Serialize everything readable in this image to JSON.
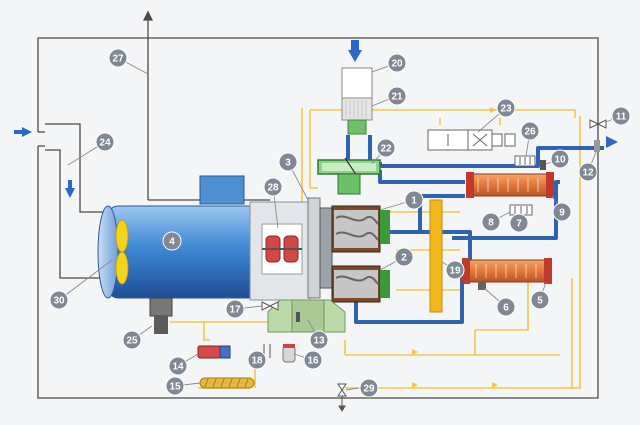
{
  "callouts": [
    {
      "id": "callout-1",
      "label": "1"
    },
    {
      "id": "callout-2",
      "label": "2"
    },
    {
      "id": "callout-3",
      "label": "3"
    },
    {
      "id": "callout-4",
      "label": "4"
    },
    {
      "id": "callout-5",
      "label": "5"
    },
    {
      "id": "callout-6",
      "label": "6"
    },
    {
      "id": "callout-7",
      "label": "7"
    },
    {
      "id": "callout-8",
      "label": "8"
    },
    {
      "id": "callout-9",
      "label": "9"
    },
    {
      "id": "callout-10",
      "label": "10"
    },
    {
      "id": "callout-11",
      "label": "11"
    },
    {
      "id": "callout-12",
      "label": "12"
    },
    {
      "id": "callout-13",
      "label": "13"
    },
    {
      "id": "callout-14",
      "label": "14"
    },
    {
      "id": "callout-15",
      "label": "15"
    },
    {
      "id": "callout-16",
      "label": "16"
    },
    {
      "id": "callout-17",
      "label": "17"
    },
    {
      "id": "callout-18",
      "label": "18"
    },
    {
      "id": "callout-19",
      "label": "19"
    },
    {
      "id": "callout-20",
      "label": "20"
    },
    {
      "id": "callout-21",
      "label": "21"
    },
    {
      "id": "callout-22",
      "label": "22"
    },
    {
      "id": "callout-23",
      "label": "23"
    },
    {
      "id": "callout-24",
      "label": "24"
    },
    {
      "id": "callout-25",
      "label": "25"
    },
    {
      "id": "callout-26",
      "label": "26"
    },
    {
      "id": "callout-27",
      "label": "27"
    },
    {
      "id": "callout-28",
      "label": "28"
    },
    {
      "id": "callout-29",
      "label": "29"
    },
    {
      "id": "callout-30",
      "label": "30"
    }
  ],
  "colors": {
    "air_pipe": "#2f62b0",
    "oil_pipe": "#f2c64a",
    "frame_line": "#4a4a4a",
    "callout_fill": "#7f8894",
    "motor_blue": "#3f88d4",
    "fan_yellow": "#f5d21e",
    "separator_green": "#bcd9a8",
    "cooler_red": "#c0392b",
    "cooler_orange": "#e8843a",
    "arrow_blue": "#2c67c5"
  },
  "icons": [
    "air-inlet-arrow",
    "air-outlet-arrow",
    "filter-inlet-arrow"
  ]
}
